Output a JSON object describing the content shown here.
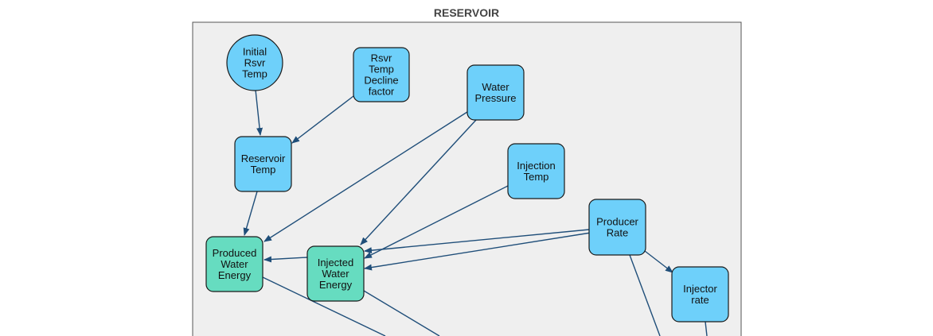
{
  "group": {
    "title": "RESERVOIR"
  },
  "colors": {
    "group_fill": "#efefef",
    "group_stroke": "#555555",
    "input_node_fill": "#6ed0fa",
    "computed_node_fill": "#66dcc0",
    "node_stroke": "#1a1a1a",
    "edge": "#1f4e79"
  },
  "nodes": [
    {
      "id": "initial-rsvr-temp",
      "kind": "input",
      "lines": [
        "Initial",
        "Rsvr",
        "Temp"
      ]
    },
    {
      "id": "rsvr-temp-decline-factor",
      "kind": "input",
      "lines": [
        "Rsvr",
        "Temp",
        "Decline",
        "factor"
      ]
    },
    {
      "id": "water-pressure",
      "kind": "input",
      "lines": [
        "Water",
        "Pressure"
      ]
    },
    {
      "id": "reservoir-temp",
      "kind": "input",
      "lines": [
        "Reservoir",
        "Temp"
      ]
    },
    {
      "id": "injection-temp",
      "kind": "input",
      "lines": [
        "Injection",
        "Temp"
      ]
    },
    {
      "id": "producer-rate",
      "kind": "input",
      "lines": [
        "Producer",
        "Rate"
      ]
    },
    {
      "id": "produced-water-energy",
      "kind": "computed",
      "lines": [
        "Produced",
        "Water",
        "Energy"
      ]
    },
    {
      "id": "injected-water-energy",
      "kind": "computed",
      "lines": [
        "Injected",
        "Water",
        "Energy"
      ]
    },
    {
      "id": "injector-rate",
      "kind": "input",
      "lines": [
        "Injector",
        "rate"
      ]
    }
  ]
}
